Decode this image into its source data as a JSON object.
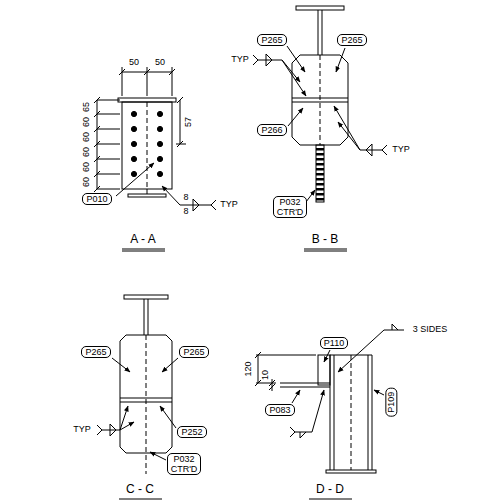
{
  "diagram": {
    "nodes": [
      {
        "text": [
          "P010"
        ]
      },
      {
        "text": [
          "P265"
        ]
      },
      {
        "text": [
          "P265"
        ]
      },
      {
        "text": [
          "P266"
        ]
      },
      {
        "text": [
          "P032 CTR'D"
        ]
      },
      {
        "text": [
          "P265"
        ]
      },
      {
        "text": [
          "P265"
        ]
      },
      {
        "text": [
          "P252"
        ]
      },
      {
        "text": [
          "P032 CTR'D"
        ]
      },
      {
        "text": [
          "P110"
        ]
      },
      {
        "text": [
          "P083"
        ]
      },
      {
        "text": [
          "P109"
        ]
      }
    ],
    "labels": [
      "50",
      "50",
      "65",
      "60",
      "60",
      "60",
      "60",
      "60",
      "57",
      "8",
      "8",
      "TYP",
      "A - A",
      "TYP",
      "TYP",
      "B - B",
      "TYP",
      "C - C",
      "120",
      "10",
      "3 SIDES",
      "D - D"
    ]
  }
}
